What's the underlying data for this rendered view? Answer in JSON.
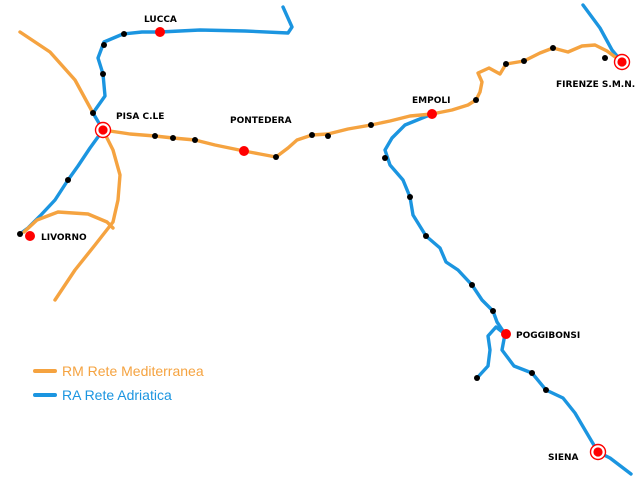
{
  "colors": {
    "mediterranea": "#F5A340",
    "adriatica": "#1B95E0",
    "station": "#FF0000",
    "stop": "#000000"
  },
  "stations": {
    "lucca": "LUCCA",
    "pisa": "PISA C.LE",
    "pontedera": "PONTEDERA",
    "empoli": "EMPOLI",
    "firenze": "FIRENZE S.M.N.",
    "livorno": "LIVORNO",
    "poggibonsi": "POGGIBONSI",
    "siena": "SIENA"
  },
  "legend": {
    "mediterranea": "RM Rete Mediterranea",
    "adriatica": "RA Rete Adriatica"
  }
}
